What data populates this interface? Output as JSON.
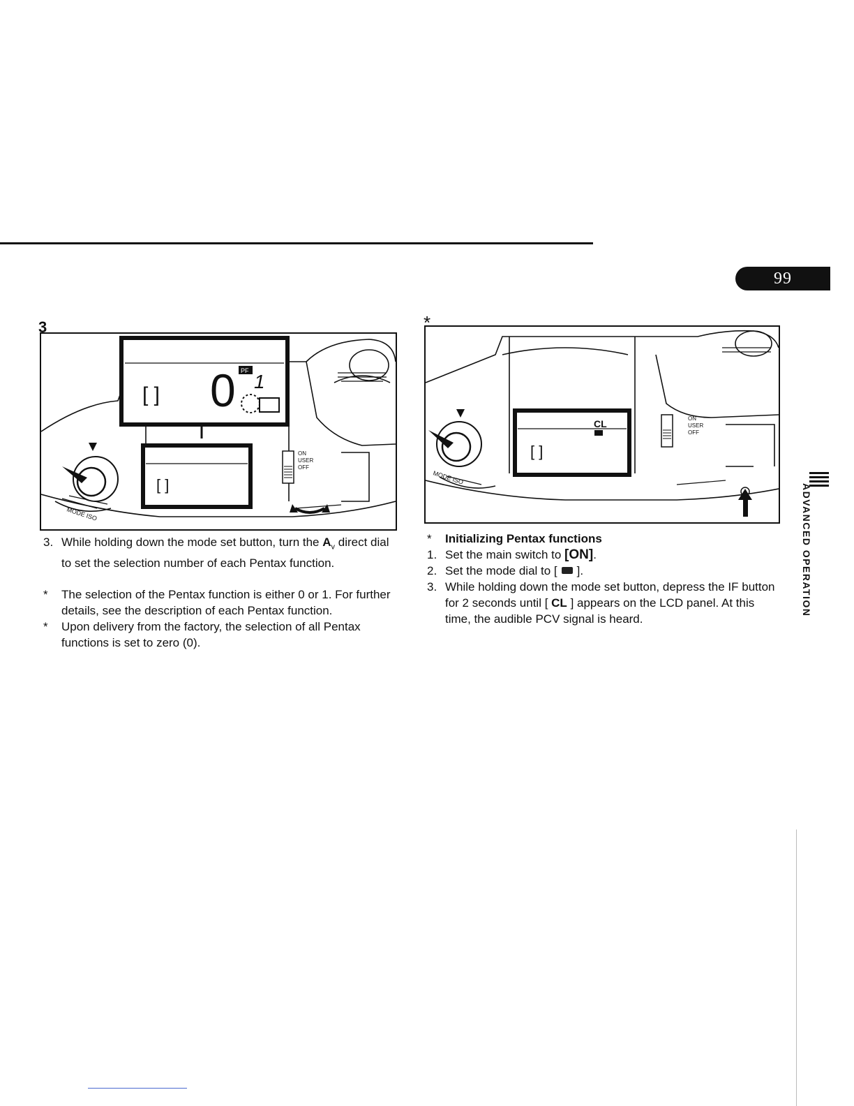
{
  "page": {
    "number": "99"
  },
  "side_tab": {
    "label": "ADVANCED OPERATION"
  },
  "left": {
    "step_label": "3",
    "figure": {
      "lcd_brackets": "[    ]",
      "lcd_digit": "0",
      "lcd_small_digit": "1",
      "lcd_badge": "PF",
      "mode_dial": "MODE ISO",
      "switch_labels": [
        "ON",
        "USER",
        "OFF"
      ]
    },
    "step3": {
      "num": "3.",
      "pre": "While holding down the mode set button, turn the ",
      "av_main": "A",
      "av_sub": "v",
      "post": " direct dial to set the selection number of each Pentax function."
    },
    "notes": [
      {
        "mark": "*",
        "text": "The selection of the Pentax function is either 0 or 1. For further details, see the description of each Pentax function."
      },
      {
        "mark": "*",
        "text": "Upon delivery from the factory, the selection of all Pentax functions is set to zero (0)."
      }
    ]
  },
  "right": {
    "step_label": "*",
    "figure": {
      "lcd_brackets": "[    ]",
      "lcd_cl": "CL",
      "mode_dial": "MODE ISO",
      "switch_labels": [
        "ON",
        "USER",
        "OFF"
      ]
    },
    "heading": {
      "mark": "*",
      "text": "Initializing Pentax functions"
    },
    "step1": {
      "num": "1.",
      "pre": "Set the main switch to ",
      "value": "[ON]",
      "post": "."
    },
    "step2": {
      "num": "2.",
      "pre": "Set the mode dial to [",
      "post": "]."
    },
    "step3": {
      "num": "3.",
      "pre": "While holding down the mode set button, depress the IF button for 2 seconds until [",
      "cl": "CL",
      "post": "] appears on the LCD panel. At this time, the audible PCV signal is heard."
    }
  }
}
